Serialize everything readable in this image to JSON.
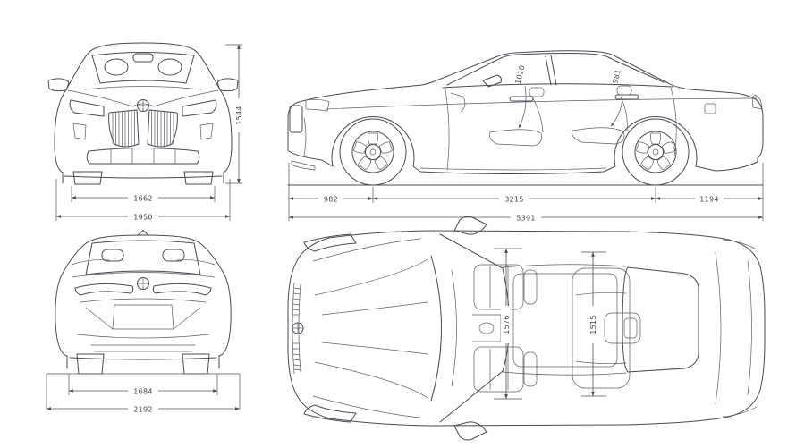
{
  "diagram": {
    "subject": "luxury-sedan-dimensions-blueprint",
    "units": "mm",
    "colors": {
      "line": "#474b54",
      "dimension_line": "#50545c",
      "text": "#3f434b",
      "background": "#ffffff"
    },
    "front_view": {
      "overall_height": "1544",
      "track_width": "1662",
      "overall_width": "1950"
    },
    "side_view": {
      "front_overhang": "982",
      "wheelbase": "3215",
      "rear_overhang": "1194",
      "overall_length": "5391",
      "front_headroom": "1010",
      "rear_headroom": "981"
    },
    "rear_view": {
      "track_width": "1684",
      "width_incl_mirrors": "2192"
    },
    "top_view": {
      "front_interior_width": "1576",
      "rear_interior_width": "1515"
    }
  }
}
